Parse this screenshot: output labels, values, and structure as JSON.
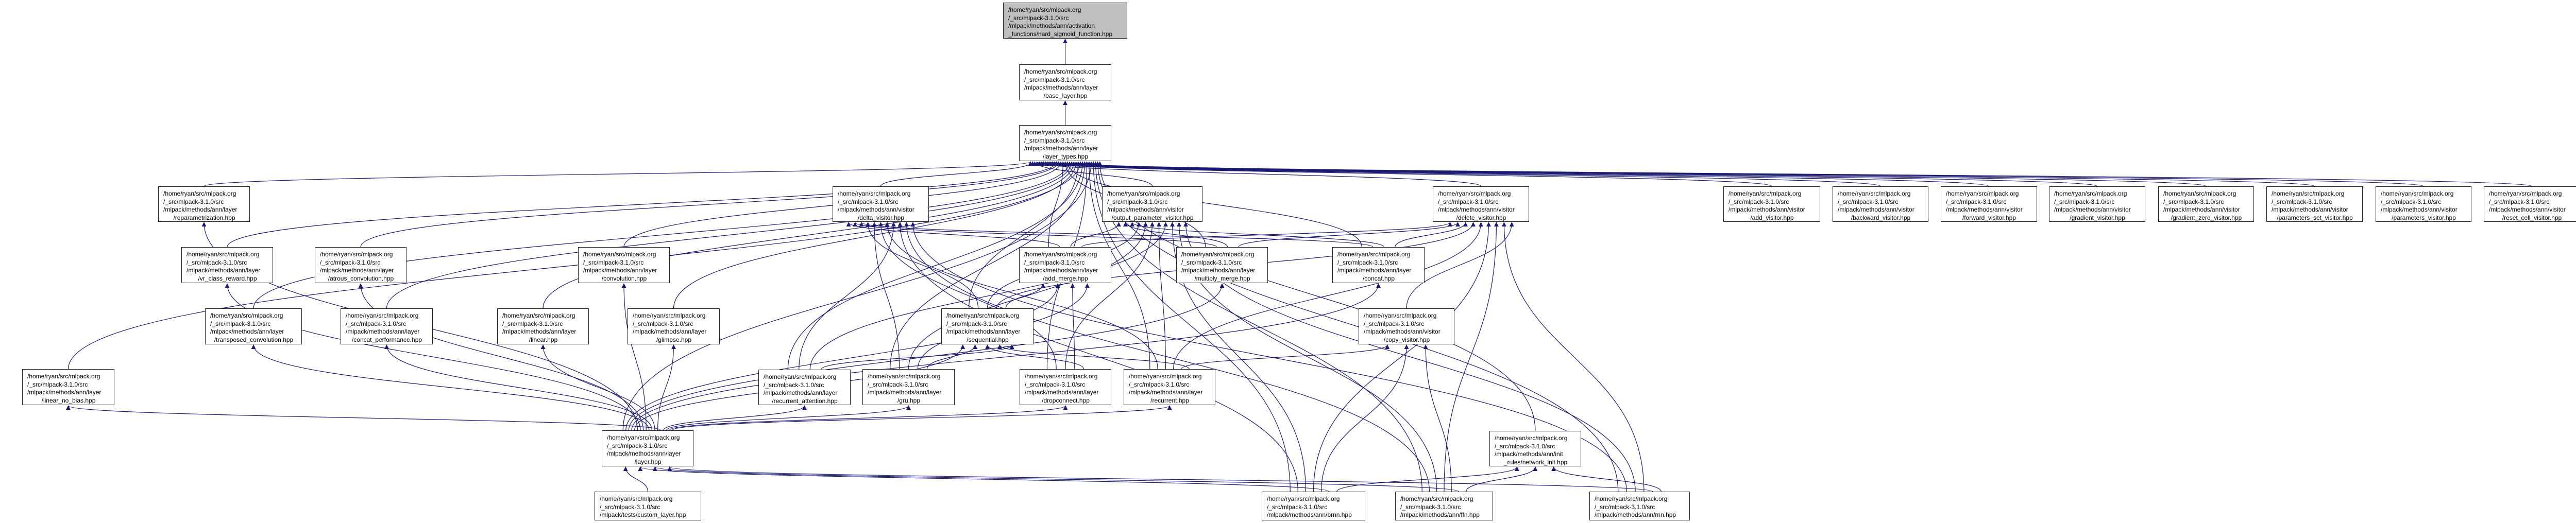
{
  "graph": {
    "edge_color": "#191970",
    "highlight_fill": "#bfbfbf",
    "nodes": [
      {
        "id": "ht",
        "highlighted": true,
        "lines": [
          "/home/ryan/src/mlpack.org",
          "/_src/mlpack-3.1.0/src",
          "/mlpack/methods/ann/activation",
          "_functions/hard_sigmoid_function.hpp"
        ]
      },
      {
        "id": "base",
        "lines": [
          "/home/ryan/src/mlpack.org",
          "/_src/mlpack-3.1.0/src",
          "/mlpack/methods/ann/layer",
          "/base_layer.hpp"
        ]
      },
      {
        "id": "lt",
        "lines": [
          "/home/ryan/src/mlpack.org",
          "/_src/mlpack-3.1.0/src",
          "/mlpack/methods/ann/layer",
          "/layer_types.hpp"
        ]
      },
      {
        "id": "repar",
        "lines": [
          "/home/ryan/src/mlpack.org",
          "/_src/mlpack-3.1.0/src",
          "/mlpack/methods/ann/layer",
          "/reparametrization.hpp"
        ]
      },
      {
        "id": "delta",
        "lines": [
          "/home/ryan/src/mlpack.org",
          "/_src/mlpack-3.1.0/src",
          "/mlpack/methods/ann/visitor",
          "/delta_visitor.hpp"
        ]
      },
      {
        "id": "opv",
        "lines": [
          "/home/ryan/src/mlpack.org",
          "/_src/mlpack-3.1.0/src",
          "/mlpack/methods/ann/visitor",
          "/output_parameter_visitor.hpp"
        ]
      },
      {
        "id": "delv",
        "lines": [
          "/home/ryan/src/mlpack.org",
          "/_src/mlpack-3.1.0/src",
          "/mlpack/methods/ann/visitor",
          "/delete_visitor.hpp"
        ]
      },
      {
        "id": "addv",
        "lines": [
          "/home/ryan/src/mlpack.org",
          "/_src/mlpack-3.1.0/src",
          "/mlpack/methods/ann/visitor",
          "/add_visitor.hpp"
        ]
      },
      {
        "id": "backv",
        "lines": [
          "/home/ryan/src/mlpack.org",
          "/_src/mlpack-3.1.0/src",
          "/mlpack/methods/ann/visitor",
          "/backward_visitor.hpp"
        ]
      },
      {
        "id": "fwdv",
        "lines": [
          "/home/ryan/src/mlpack.org",
          "/_src/mlpack-3.1.0/src",
          "/mlpack/methods/ann/visitor",
          "/forward_visitor.hpp"
        ]
      },
      {
        "id": "gradv",
        "lines": [
          "/home/ryan/src/mlpack.org",
          "/_src/mlpack-3.1.0/src",
          "/mlpack/methods/ann/visitor",
          "/gradient_visitor.hpp"
        ]
      },
      {
        "id": "gzv",
        "lines": [
          "/home/ryan/src/mlpack.org",
          "/_src/mlpack-3.1.0/src",
          "/mlpack/methods/ann/visitor",
          "/gradient_zero_visitor.hpp"
        ]
      },
      {
        "id": "psv",
        "lines": [
          "/home/ryan/src/mlpack.org",
          "/_src/mlpack-3.1.0/src",
          "/mlpack/methods/ann/visitor",
          "/parameters_set_visitor.hpp"
        ]
      },
      {
        "id": "pv",
        "lines": [
          "/home/ryan/src/mlpack.org",
          "/_src/mlpack-3.1.0/src",
          "/mlpack/methods/ann/visitor",
          "/parameters_visitor.hpp"
        ]
      },
      {
        "id": "rcv",
        "lines": [
          "/home/ryan/src/mlpack.org",
          "/_src/mlpack-3.1.0/src",
          "/mlpack/methods/ann/visitor",
          "/reset_cell_visitor.hpp"
        ]
      },
      {
        "id": "vr",
        "lines": [
          "/home/ryan/src/mlpack.org",
          "/_src/mlpack-3.1.0/src",
          "/mlpack/methods/ann/layer",
          "/vr_class_reward.hpp"
        ]
      },
      {
        "id": "atrous",
        "lines": [
          "/home/ryan/src/mlpack.org",
          "/_src/mlpack-3.1.0/src",
          "/mlpack/methods/ann/layer",
          "/atrous_convolution.hpp"
        ]
      },
      {
        "id": "conv",
        "lines": [
          "/home/ryan/src/mlpack.org",
          "/_src/mlpack-3.1.0/src",
          "/mlpack/methods/ann/layer",
          "/convolution.hpp"
        ]
      },
      {
        "id": "addm",
        "lines": [
          "/home/ryan/src/mlpack.org",
          "/_src/mlpack-3.1.0/src",
          "/mlpack/methods/ann/layer",
          "/add_merge.hpp"
        ]
      },
      {
        "id": "mulm",
        "lines": [
          "/home/ryan/src/mlpack.org",
          "/_src/mlpack-3.1.0/src",
          "/mlpack/methods/ann/layer",
          "/multiply_merge.hpp"
        ]
      },
      {
        "id": "concat",
        "lines": [
          "/home/ryan/src/mlpack.org",
          "/_src/mlpack-3.1.0/src",
          "/mlpack/methods/ann/layer",
          "/concat.hpp"
        ]
      },
      {
        "id": "transp",
        "lines": [
          "/home/ryan/src/mlpack.org",
          "/_src/mlpack-3.1.0/src",
          "/mlpack/methods/ann/layer",
          "/transposed_convolution.hpp"
        ]
      },
      {
        "id": "concp",
        "lines": [
          "/home/ryan/src/mlpack.org",
          "/_src/mlpack-3.1.0/src",
          "/mlpack/methods/ann/layer",
          "/concat_performance.hpp"
        ]
      },
      {
        "id": "linear",
        "lines": [
          "/home/ryan/src/mlpack.org",
          "/_src/mlpack-3.1.0/src",
          "/mlpack/methods/ann/layer",
          "/linear.hpp"
        ]
      },
      {
        "id": "glimpse",
        "lines": [
          "/home/ryan/src/mlpack.org",
          "/_src/mlpack-3.1.0/src",
          "/mlpack/methods/ann/layer",
          "/glimpse.hpp"
        ]
      },
      {
        "id": "seq",
        "lines": [
          "/home/ryan/src/mlpack.org",
          "/_src/mlpack-3.1.0/src",
          "/mlpack/methods/ann/layer",
          "/sequential.hpp"
        ]
      },
      {
        "id": "copyv",
        "lines": [
          "/home/ryan/src/mlpack.org",
          "/_src/mlpack-3.1.0/src",
          "/mlpack/methods/ann/visitor",
          "/copy_visitor.hpp"
        ]
      },
      {
        "id": "lnb",
        "lines": [
          "/home/ryan/src/mlpack.org",
          "/_src/mlpack-3.1.0/src",
          "/mlpack/methods/ann/layer",
          "/linear_no_bias.hpp"
        ]
      },
      {
        "id": "ratt",
        "lines": [
          "/home/ryan/src/mlpack.org",
          "/_src/mlpack-3.1.0/src",
          "/mlpack/methods/ann/layer",
          "/recurrent_attention.hpp"
        ]
      },
      {
        "id": "gru",
        "lines": [
          "/home/ryan/src/mlpack.org",
          "/_src/mlpack-3.1.0/src",
          "/mlpack/methods/ann/layer",
          "/gru.hpp"
        ]
      },
      {
        "id": "dropc",
        "lines": [
          "/home/ryan/src/mlpack.org",
          "/_src/mlpack-3.1.0/src",
          "/mlpack/methods/ann/layer",
          "/dropconnect.hpp"
        ]
      },
      {
        "id": "recur",
        "lines": [
          "/home/ryan/src/mlpack.org",
          "/_src/mlpack-3.1.0/src",
          "/mlpack/methods/ann/layer",
          "/recurrent.hpp"
        ]
      },
      {
        "id": "layer",
        "lines": [
          "/home/ryan/src/mlpack.org",
          "/_src/mlpack-3.1.0/src",
          "/mlpack/methods/ann/layer",
          "/layer.hpp"
        ]
      },
      {
        "id": "ninit",
        "lines": [
          "/home/ryan/src/mlpack.org",
          "/_src/mlpack-3.1.0/src",
          "/mlpack/methods/ann/init",
          "_rules/network_init.hpp"
        ]
      },
      {
        "id": "custom",
        "lines": [
          "/home/ryan/src/mlpack.org",
          "/_src/mlpack-3.1.0/src",
          "/mlpack/tests/custom_layer.hpp"
        ]
      },
      {
        "id": "brnn",
        "lines": [
          "/home/ryan/src/mlpack.org",
          "/_src/mlpack-3.1.0/src",
          "/mlpack/methods/ann/brnn.hpp"
        ]
      },
      {
        "id": "ffn",
        "lines": [
          "/home/ryan/src/mlpack.org",
          "/_src/mlpack-3.1.0/src",
          "/mlpack/methods/ann/ffn.hpp"
        ]
      },
      {
        "id": "rnn",
        "lines": [
          "/home/ryan/src/mlpack.org",
          "/_src/mlpack-3.1.0/src",
          "/mlpack/methods/ann/rnn.hpp"
        ]
      }
    ],
    "edges": [
      [
        "base",
        "ht"
      ],
      [
        "lt",
        "base"
      ],
      [
        "repar",
        "lt"
      ],
      [
        "delta",
        "lt"
      ],
      [
        "opv",
        "lt"
      ],
      [
        "delv",
        "lt"
      ],
      [
        "addv",
        "lt"
      ],
      [
        "backv",
        "lt"
      ],
      [
        "fwdv",
        "lt"
      ],
      [
        "gradv",
        "lt"
      ],
      [
        "gzv",
        "lt"
      ],
      [
        "psv",
        "lt"
      ],
      [
        "pv",
        "lt"
      ],
      [
        "rcv",
        "lt"
      ],
      [
        "vr",
        "lt"
      ],
      [
        "atrous",
        "lt"
      ],
      [
        "conv",
        "lt"
      ],
      [
        "addm",
        "lt"
      ],
      [
        "mulm",
        "lt"
      ],
      [
        "concat",
        "lt"
      ],
      [
        "transp",
        "lt"
      ],
      [
        "concp",
        "lt"
      ],
      [
        "linear",
        "lt"
      ],
      [
        "glimpse",
        "lt"
      ],
      [
        "seq",
        "lt"
      ],
      [
        "lnb",
        "lt"
      ],
      [
        "ratt",
        "lt"
      ],
      [
        "gru",
        "lt"
      ],
      [
        "dropc",
        "lt"
      ],
      [
        "recur",
        "lt"
      ],
      [
        "layer",
        "lt"
      ],
      [
        "brnn",
        "lt"
      ],
      [
        "ffn",
        "lt"
      ],
      [
        "rnn",
        "lt"
      ],
      [
        "ninit",
        "lt"
      ],
      [
        "addm",
        "delta"
      ],
      [
        "mulm",
        "delta"
      ],
      [
        "concat",
        "delta"
      ],
      [
        "seq",
        "delta"
      ],
      [
        "gru",
        "delta"
      ],
      [
        "dropc",
        "delta"
      ],
      [
        "recur",
        "delta"
      ],
      [
        "ratt",
        "delta"
      ],
      [
        "brnn",
        "delta"
      ],
      [
        "ffn",
        "delta"
      ],
      [
        "rnn",
        "delta"
      ],
      [
        "addm",
        "opv"
      ],
      [
        "mulm",
        "opv"
      ],
      [
        "concat",
        "opv"
      ],
      [
        "seq",
        "opv"
      ],
      [
        "gru",
        "opv"
      ],
      [
        "dropc",
        "opv"
      ],
      [
        "recur",
        "opv"
      ],
      [
        "ratt",
        "opv"
      ],
      [
        "brnn",
        "opv"
      ],
      [
        "ffn",
        "opv"
      ],
      [
        "rnn",
        "opv"
      ],
      [
        "addm",
        "delv"
      ],
      [
        "mulm",
        "delv"
      ],
      [
        "concat",
        "delv"
      ],
      [
        "seq",
        "delv"
      ],
      [
        "recur",
        "delv"
      ],
      [
        "brnn",
        "delv"
      ],
      [
        "ffn",
        "delv"
      ],
      [
        "rnn",
        "delv"
      ],
      [
        "copyv",
        "delv"
      ],
      [
        "recur",
        "copyv"
      ],
      [
        "brnn",
        "copyv"
      ],
      [
        "ffn",
        "copyv"
      ],
      [
        "seq",
        "addm"
      ],
      [
        "gru",
        "addm"
      ],
      [
        "dropc",
        "addm"
      ],
      [
        "layer",
        "addm"
      ],
      [
        "layer",
        "mulm"
      ],
      [
        "layer",
        "concat"
      ],
      [
        "layer",
        "seq"
      ],
      [
        "gru",
        "seq"
      ],
      [
        "dropc",
        "seq"
      ],
      [
        "recur",
        "seq"
      ],
      [
        "ratt",
        "seq"
      ],
      [
        "layer",
        "repar"
      ],
      [
        "layer",
        "vr"
      ],
      [
        "layer",
        "atrous"
      ],
      [
        "layer",
        "conv"
      ],
      [
        "layer",
        "transp"
      ],
      [
        "layer",
        "concp"
      ],
      [
        "layer",
        "linear"
      ],
      [
        "layer",
        "glimpse"
      ],
      [
        "layer",
        "lnb"
      ],
      [
        "layer",
        "ratt"
      ],
      [
        "layer",
        "gru"
      ],
      [
        "layer",
        "dropc"
      ],
      [
        "layer",
        "recur"
      ],
      [
        "custom",
        "layer"
      ],
      [
        "brnn",
        "layer"
      ],
      [
        "ffn",
        "layer"
      ],
      [
        "rnn",
        "layer"
      ],
      [
        "brnn",
        "ninit"
      ],
      [
        "ffn",
        "ninit"
      ],
      [
        "rnn",
        "ninit"
      ]
    ]
  }
}
